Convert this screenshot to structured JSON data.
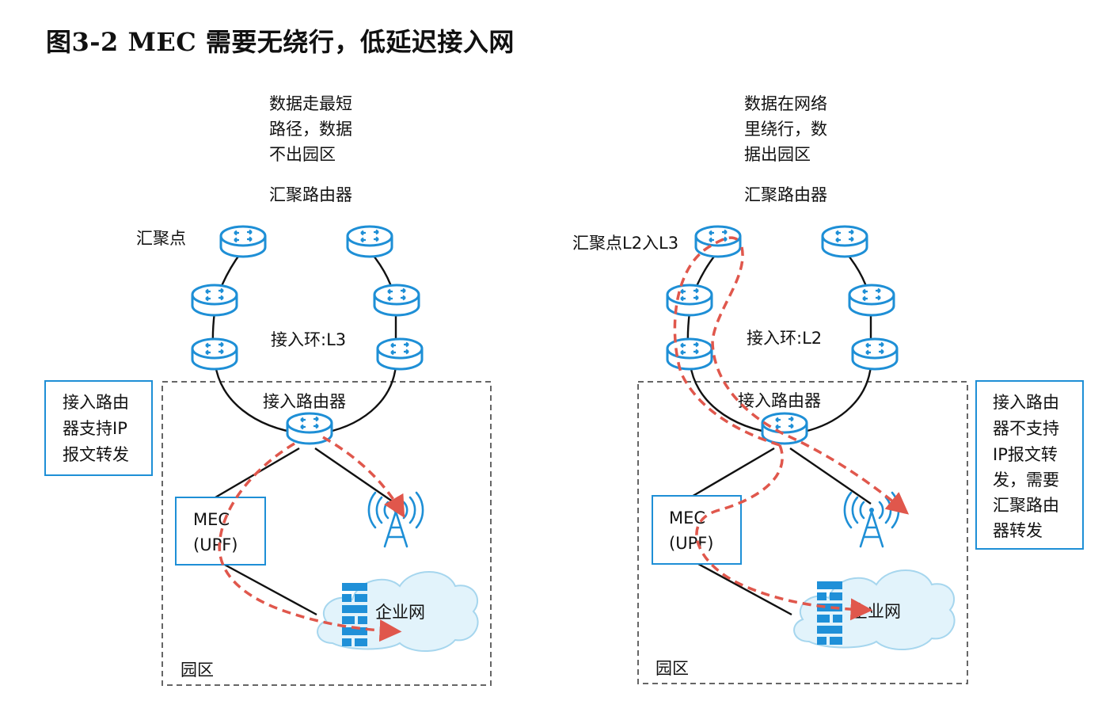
{
  "title": "图3-2 MEC 需要无绕行，低延迟接入网",
  "left": {
    "note_top": [
      "数据走最短",
      "路径，数据",
      "不出园区"
    ],
    "agg_router_label": "汇聚路由器",
    "agg_point_label": "汇聚点",
    "ring_label": "接入环:L3",
    "access_router_label": "接入路由器",
    "side_note": [
      "接入路由",
      "器支持IP",
      "报文转发"
    ],
    "mec_label": [
      "MEC",
      "(UPF)"
    ],
    "enterprise_label": "企业网",
    "campus_label": "园区"
  },
  "right": {
    "note_top": [
      "数据在网络",
      "里绕行，数",
      "据出园区"
    ],
    "agg_router_label": "汇聚路由器",
    "agg_point_label": "汇聚点L2入L3",
    "ring_label": "接入环:L2",
    "access_router_label": "接入路由器",
    "side_note": [
      "接入路由",
      "器不支持",
      "IP报文转",
      "发，需要",
      "汇聚路由",
      "器转发"
    ],
    "mec_label": [
      "MEC",
      "(UPF)"
    ],
    "enterprise_label": "企业网",
    "campus_label": "园区"
  },
  "colors": {
    "device": "#1e8fd6",
    "flow": "#e0574c",
    "cloud": "#e2f3fb"
  },
  "icons": [
    "router-icon",
    "base-station-icon",
    "firewall-icon",
    "cloud-icon",
    "arrow-icon"
  ]
}
